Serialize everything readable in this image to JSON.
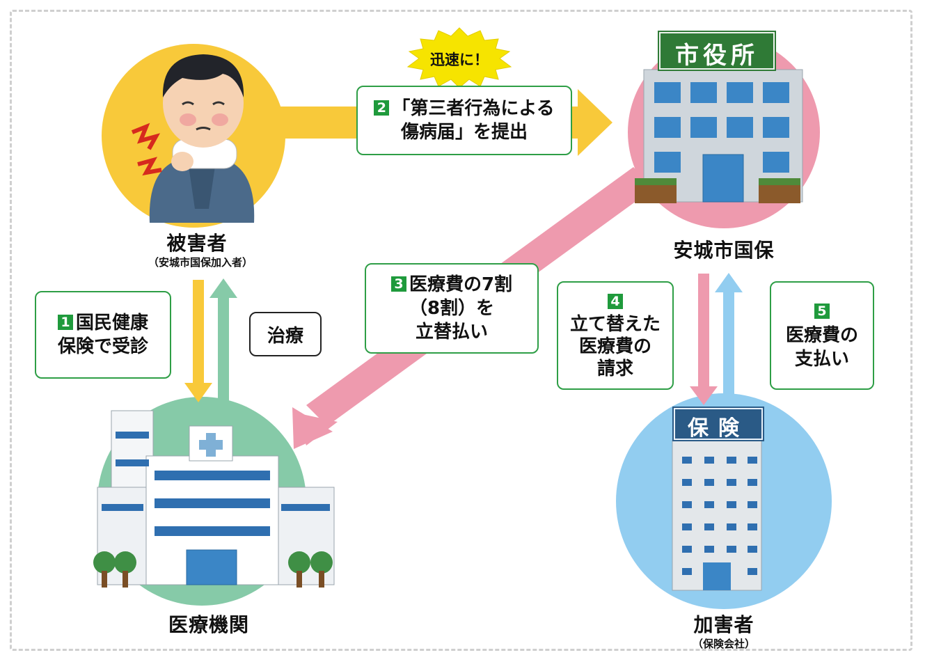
{
  "callout": {
    "text": "迅速に！"
  },
  "steps": {
    "step1": {
      "num": "1",
      "line1": "国民健康",
      "line2": "保険で受診"
    },
    "step2": {
      "num": "2",
      "line1": "「第三者行為による",
      "line2": "傷病届」を提出"
    },
    "step3": {
      "num": "3",
      "line1": "医療費の7割",
      "line2": "（8割）を",
      "line3": "立替払い"
    },
    "step4": {
      "num": "4",
      "line1": "立て替えた",
      "line2": "医療費の",
      "line3": "請求"
    },
    "step5": {
      "num": "5",
      "line1": "医療費の",
      "line2": "支払い"
    }
  },
  "treatment": {
    "text": "治療"
  },
  "nodes": {
    "victim": {
      "name": "被害者",
      "sub": "（安城市国保加入者）"
    },
    "city": {
      "name": "安城市国保",
      "sign": "市役所"
    },
    "hospital": {
      "name": "医療機関"
    },
    "offender": {
      "name": "加害者",
      "sub": "（保険会社）",
      "sign": "保険"
    }
  },
  "colors": {
    "green": "#2e9e46",
    "yellow": "#f7c93c",
    "pink": "#ea94a8",
    "teal": "#7dc3a0",
    "blue": "#8ec9ee"
  }
}
